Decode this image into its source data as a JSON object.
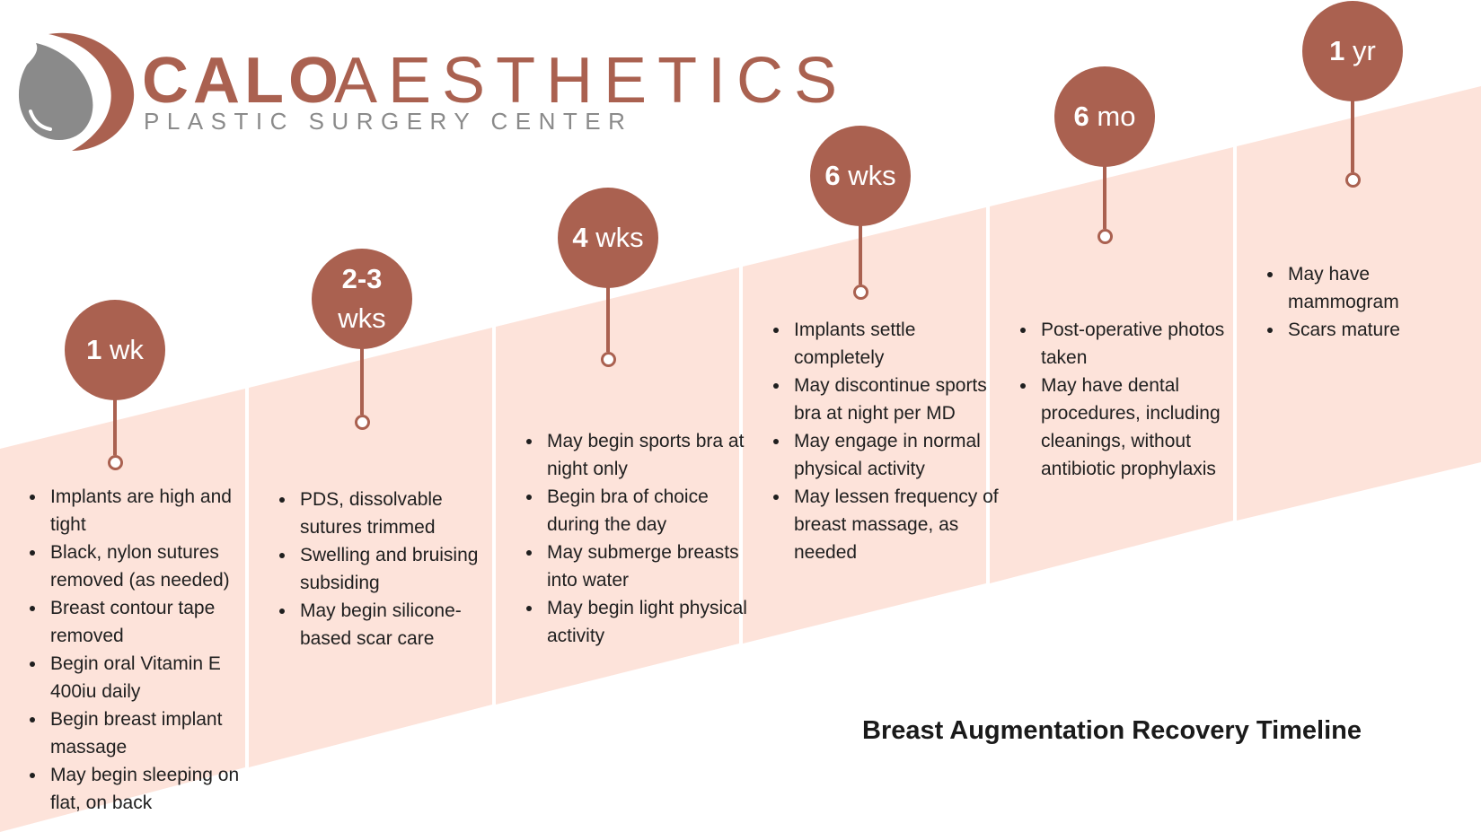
{
  "colors": {
    "accent": "#aa6150",
    "band": "#fde3da",
    "logo_gray": "#8a8a8a",
    "text": "#1f1f1f"
  },
  "logo": {
    "brand_primary": "CALO",
    "brand_secondary": "AESTHETICS",
    "tagline": "PLASTIC SURGERY CENTER",
    "mark_icon": "droplet-crescent-logo-icon"
  },
  "title": "Breast Augmentation Recovery Timeline",
  "milestones": [
    {
      "num": "1",
      "unit": "wk",
      "items": [
        "Implants are high and tight",
        "Black, nylon sutures removed (as needed)",
        "Breast contour tape removed",
        "Begin oral Vitamin E 400iu daily",
        "Begin breast implant massage",
        "May begin sleeping on flat, on back"
      ]
    },
    {
      "num": "2-3",
      "unit": "wks",
      "items": [
        "PDS, dissolvable sutures trimmed",
        "Swelling and bruising subsiding",
        "May begin silicone-based scar care"
      ]
    },
    {
      "num": "4",
      "unit": "wks",
      "items": [
        "May begin sports bra at night only",
        "Begin bra of choice during the day",
        "May submerge breasts into water",
        "May begin light physical activity"
      ]
    },
    {
      "num": "6",
      "unit": "wks",
      "items": [
        "Implants settle completely",
        "May discontinue sports bra at night per MD",
        "May engage in normal physical activity",
        "May lessen frequency of breast massage, as needed"
      ]
    },
    {
      "num": "6",
      "unit": "mo",
      "items": [
        "Post-operative photos taken",
        "May have dental procedures, including cleanings, without antibiotic prophylaxis"
      ]
    },
    {
      "num": "1",
      "unit": "yr",
      "items": [
        "May have mammogram",
        "Scars mature"
      ]
    }
  ]
}
